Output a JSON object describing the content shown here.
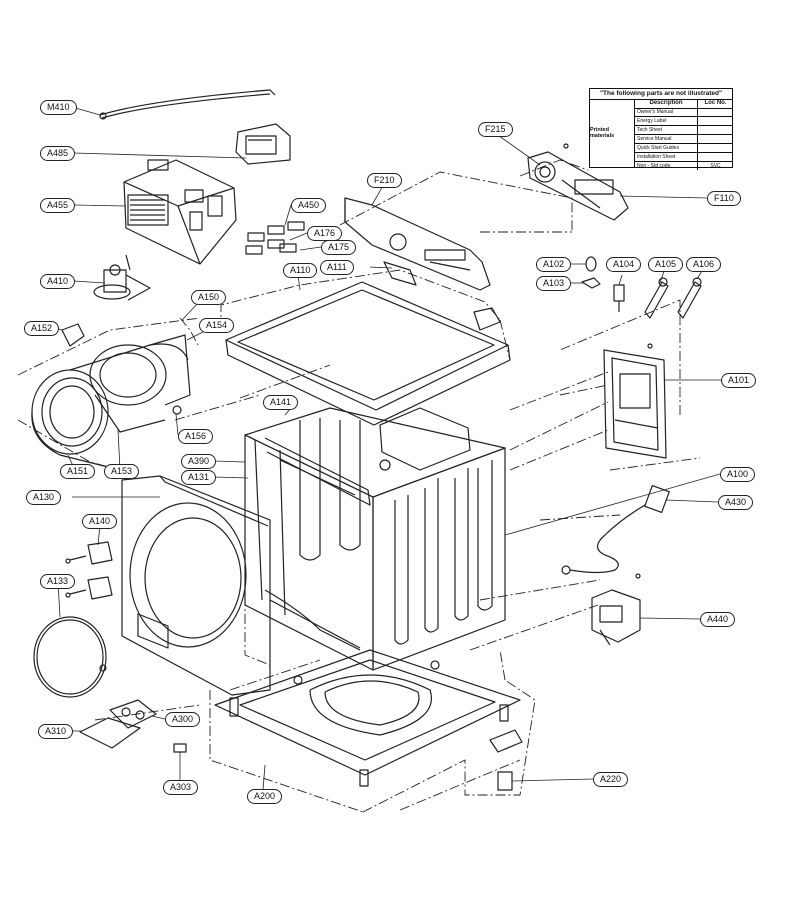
{
  "labels": [
    "M410",
    "A485",
    "A455",
    "A450",
    "A176",
    "A175",
    "F210",
    "F215",
    "F110",
    "A410",
    "A110",
    "A111",
    "A102",
    "A103",
    "A104",
    "A105",
    "A106",
    "A150",
    "A152",
    "A154",
    "A101",
    "A141",
    "A156",
    "A390",
    "A131",
    "A151",
    "A153",
    "A100",
    "A430",
    "A130",
    "A140",
    "A133",
    "A440",
    "A310",
    "A300",
    "A303",
    "A200",
    "A220"
  ],
  "note": {
    "title": "\"The following parts are not illustrated\"",
    "col_description": "Description",
    "col_loc": "Loc No.",
    "group": "Printed materials",
    "items": [
      "Owner's Manual",
      "Energy Label",
      "Tech Sheet",
      "Service Manual",
      "Quick Start Guides",
      "Installation Sheet",
      "Non - Std code"
    ],
    "loc_value": "SVC"
  }
}
